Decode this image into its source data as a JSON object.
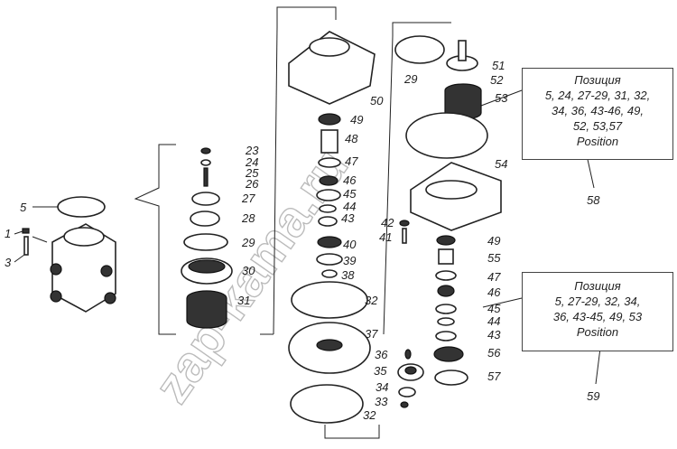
{
  "watermark": "zap-kama.ru",
  "labels": {
    "l5": "5",
    "l1": "1",
    "l3": "3",
    "l23": "23",
    "l24": "24",
    "l25": "25",
    "l26": "26",
    "l27": "27",
    "l28": "28",
    "l29a": "29",
    "l30": "30",
    "l31": "31",
    "l50": "50",
    "l49a": "49",
    "l48": "48",
    "l47a": "47",
    "l46a": "46",
    "l45a": "45",
    "l44a": "44",
    "l43a": "43",
    "l40": "40",
    "l39": "39",
    "l38": "38",
    "l32a": "32",
    "l37": "37",
    "l32b": "32",
    "l36": "36",
    "l35": "35",
    "l34": "34",
    "l33": "33",
    "l29b": "29",
    "l51": "51",
    "l52": "52",
    "l53": "53",
    "l54": "54",
    "l42": "42",
    "l41": "41",
    "l49b": "49",
    "l55": "55",
    "l47b": "47",
    "l46b": "46",
    "l45b": "45",
    "l44b": "44",
    "l43b": "43",
    "l56": "56",
    "l57": "57",
    "l58": "58",
    "l59": "59"
  },
  "box58": {
    "title": "Позиция",
    "lines": [
      "5, 24, 27-29, 31, 32,",
      "34, 36, 43-46, 49,",
      "52, 53,57"
    ],
    "footer": "Position"
  },
  "box59": {
    "title": "Позиция",
    "lines": [
      "5, 27-29, 32, 34,",
      "36, 43-45, 49, 53"
    ],
    "footer": "Position"
  }
}
